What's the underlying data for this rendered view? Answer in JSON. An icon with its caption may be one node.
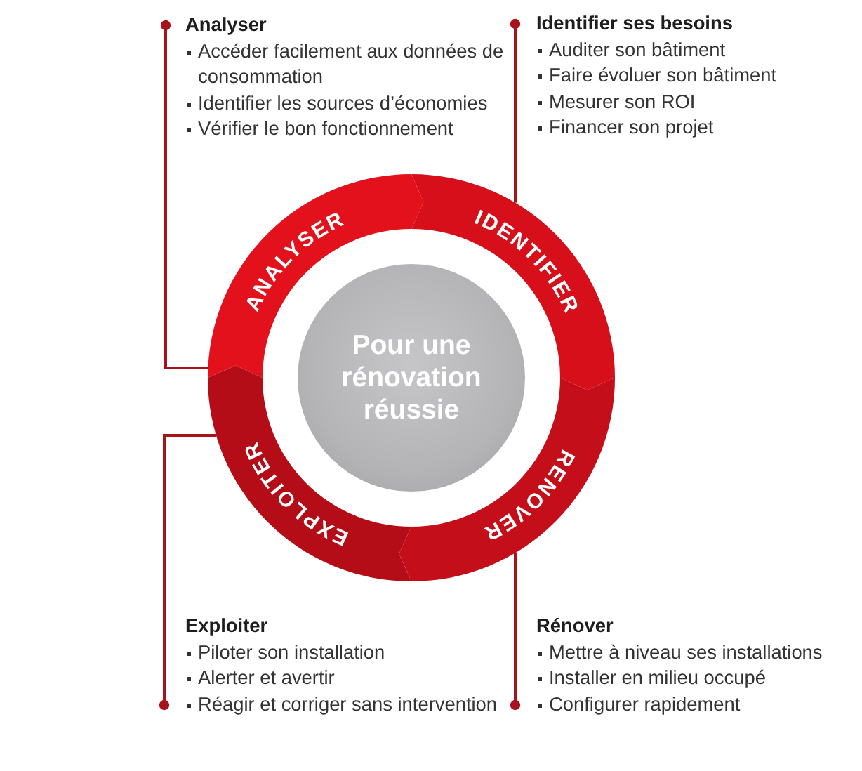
{
  "diagram": {
    "nodes": [
      {
        "text": [
          "Analyser",
          "Accéder facilement aux données de consommation",
          "Identifier les sources d’économies",
          "Vérifier le bon fonctionnement"
        ]
      },
      {
        "text": [
          "Identifier ses besoins",
          "Auditer son bâtiment",
          "Faire évoluer son bâtiment",
          "Mesurer son ROI",
          "Financer son projet"
        ]
      },
      {
        "text": [
          "ANALYSER"
        ]
      },
      {
        "text": [
          "IDENTIFIER"
        ]
      },
      {
        "text": [
          "Pour une rénovation réussie"
        ]
      },
      {
        "text": [
          "EXPLOITER"
        ]
      },
      {
        "text": [
          "RENOVER"
        ]
      },
      {
        "text": [
          "Exploiter",
          "Piloter son installation",
          "Alerter et avertir",
          "Réagir et corriger sans intervention"
        ]
      },
      {
        "text": [
          "Rénover",
          "Mettre à niveau ses installations",
          "Installer en milieu occupé",
          "Configurer rapidement"
        ]
      }
    ],
    "edges": [
      {
        "from": 0,
        "to": 2,
        "arrow": "other"
      },
      {
        "from": 1,
        "to": 3,
        "arrow": "other"
      },
      {
        "from": 7,
        "to": 5,
        "arrow": "other"
      },
      {
        "from": 8,
        "to": 6,
        "arrow": "other"
      }
    ]
  }
}
